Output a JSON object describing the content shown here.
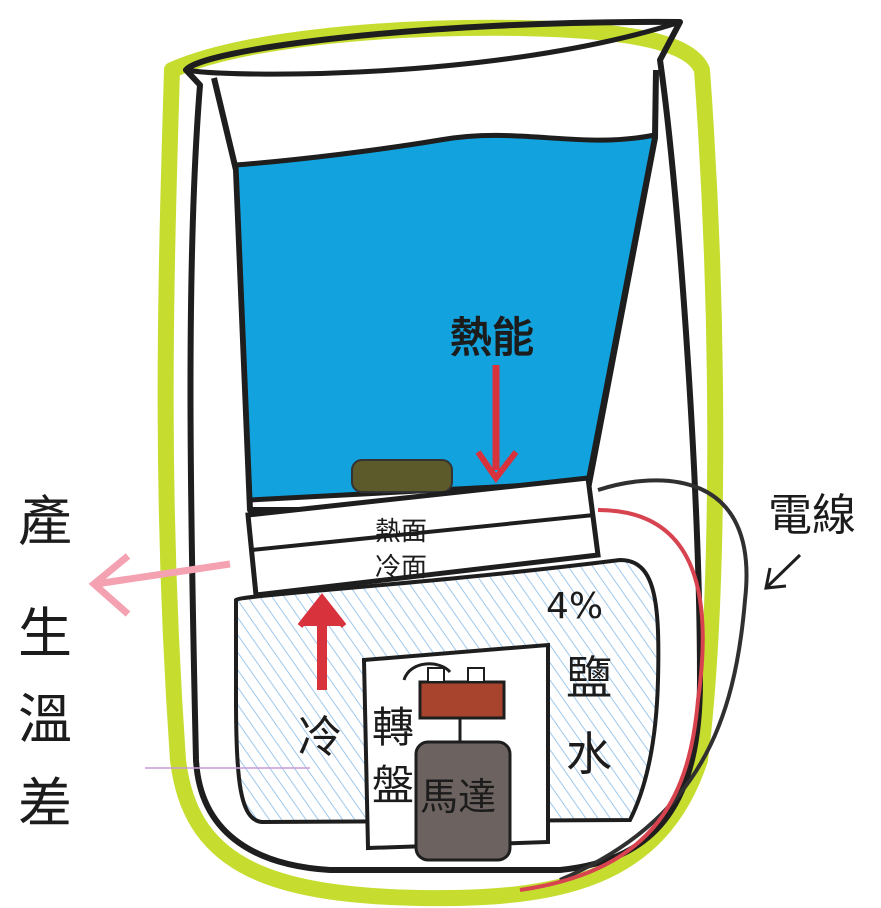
{
  "labels": {
    "heat_energy": "熱能",
    "hot_side": "熱面",
    "cold_side": "冷面",
    "cold": "冷",
    "salt_water": [
      "4%",
      "鹽",
      "水"
    ],
    "wire": "電線",
    "turntable": [
      "轉",
      "盤"
    ],
    "motor": "馬達",
    "temp_diff": [
      "產",
      "生",
      "溫",
      "差"
    ]
  },
  "colors": {
    "water": "#12a3df",
    "outline": "#1e1e1e",
    "highlight": "#c6dd2f",
    "arrow_red": "#d8323d",
    "arrow_pink": "#f4a1b1",
    "wire_red": "#d7434f",
    "wire_black": "#303030",
    "motor": "#6c6260",
    "turntable": "#a8442e",
    "salt_hatch": "#9fc8ec",
    "sediment": "#5c5a2a"
  }
}
